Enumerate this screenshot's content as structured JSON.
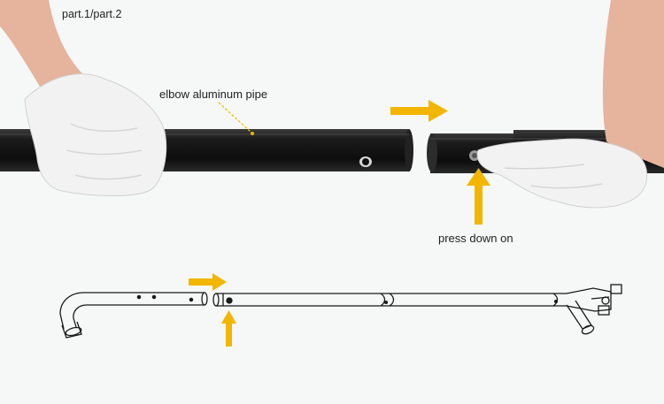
{
  "labels": {
    "part": "part.1/part.2",
    "elbow_pipe": "elbow aluminum pipe",
    "press_down": "press down on"
  },
  "colors": {
    "background": "#f6f7f7",
    "pipe": "#151515",
    "arrow": "#f2b600",
    "glove": "#f1f1f1",
    "skin": "#e9b5a0",
    "line_art": "#1a1a1a"
  },
  "icons": {
    "push_arrow": "arrow-right-icon",
    "press_arrow": "arrow-up-icon"
  }
}
